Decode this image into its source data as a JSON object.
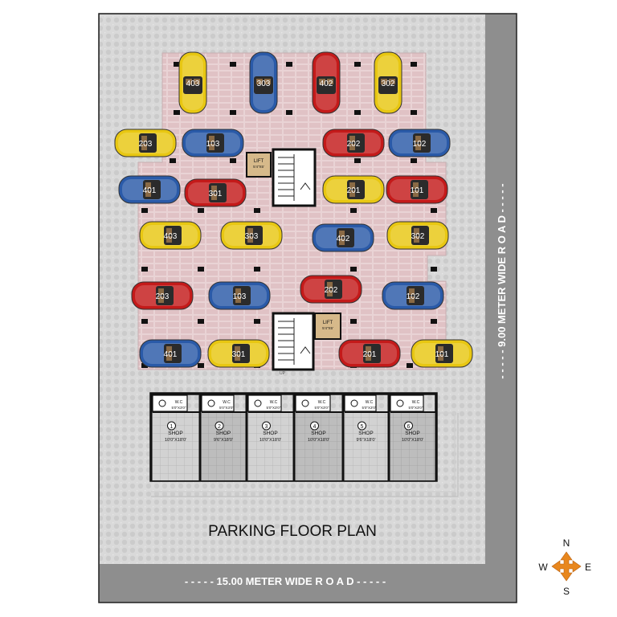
{
  "title": "PARKING FLOOR PLAN",
  "roads": {
    "bottom": "- - - - - 15.00 METER WIDE R O A D - - - - -",
    "right": "- - - - - 9.00 METER WIDE R O A D - - - - -"
  },
  "compass": {
    "n": "N",
    "s": "S",
    "e": "E",
    "w": "W"
  },
  "lifts": [
    {
      "label": "LIFT",
      "size": "5'4\"X5'"
    },
    {
      "label": "LIFT",
      "size": "5'4\"X5'"
    }
  ],
  "stair_label": "UP",
  "shops": [
    {
      "num": "1",
      "label": "SHOP",
      "size": "10'0\"X18'0'",
      "wc": "W.C",
      "wc_size": "5'0\"X3'0\""
    },
    {
      "num": "2",
      "label": "SHOP",
      "size": "9'6\"X18'0'",
      "wc": "W.C",
      "wc_size": "5'0\"X3'0\""
    },
    {
      "num": "3",
      "label": "SHOP",
      "size": "10'0\"X18'0'",
      "wc": "W.C",
      "wc_size": "5'0\"X3'0\""
    },
    {
      "num": "4",
      "label": "SHOP",
      "size": "10'0\"X18'0'",
      "wc": "W.C",
      "wc_size": "5'0\"X3'0\""
    },
    {
      "num": "5",
      "label": "SHOP",
      "size": "9'6\"X18'0'",
      "wc": "W.C",
      "wc_size": "5'0\"X3'0\""
    },
    {
      "num": "6",
      "label": "SHOP",
      "size": "10'0\"X18'0'",
      "wc": "W.C",
      "wc_size": "5'0\"X3'0\""
    }
  ],
  "colors": {
    "yellow": "#e8c712",
    "red": "#c41a1a",
    "blue": "#2a5aa8",
    "floor": "#e8d2d4",
    "paving": "#d6d6d6",
    "road": "#8c8c8c",
    "compass": "#e8871e"
  },
  "cars": [
    {
      "label": "403",
      "color": "yellow"
    },
    {
      "label": "303",
      "color": "blue"
    },
    {
      "label": "402",
      "color": "red"
    },
    {
      "label": "302",
      "color": "yellow"
    },
    {
      "label": "203",
      "color": "yellow"
    },
    {
      "label": "103",
      "color": "blue"
    },
    {
      "label": "202",
      "color": "red"
    },
    {
      "label": "102",
      "color": "blue"
    },
    {
      "label": "401",
      "color": "blue"
    },
    {
      "label": "301",
      "color": "red"
    },
    {
      "label": "201",
      "color": "yellow"
    },
    {
      "label": "101",
      "color": "red"
    },
    {
      "label": "403",
      "color": "yellow"
    },
    {
      "label": "303",
      "color": "yellow"
    },
    {
      "label": "402",
      "color": "blue"
    },
    {
      "label": "302",
      "color": "yellow"
    },
    {
      "label": "203",
      "color": "red"
    },
    {
      "label": "103",
      "color": "blue"
    },
    {
      "label": "202",
      "color": "red"
    },
    {
      "label": "102",
      "color": "blue"
    },
    {
      "label": "401",
      "color": "blue"
    },
    {
      "label": "301",
      "color": "yellow"
    },
    {
      "label": "201",
      "color": "red"
    },
    {
      "label": "101",
      "color": "yellow"
    }
  ]
}
